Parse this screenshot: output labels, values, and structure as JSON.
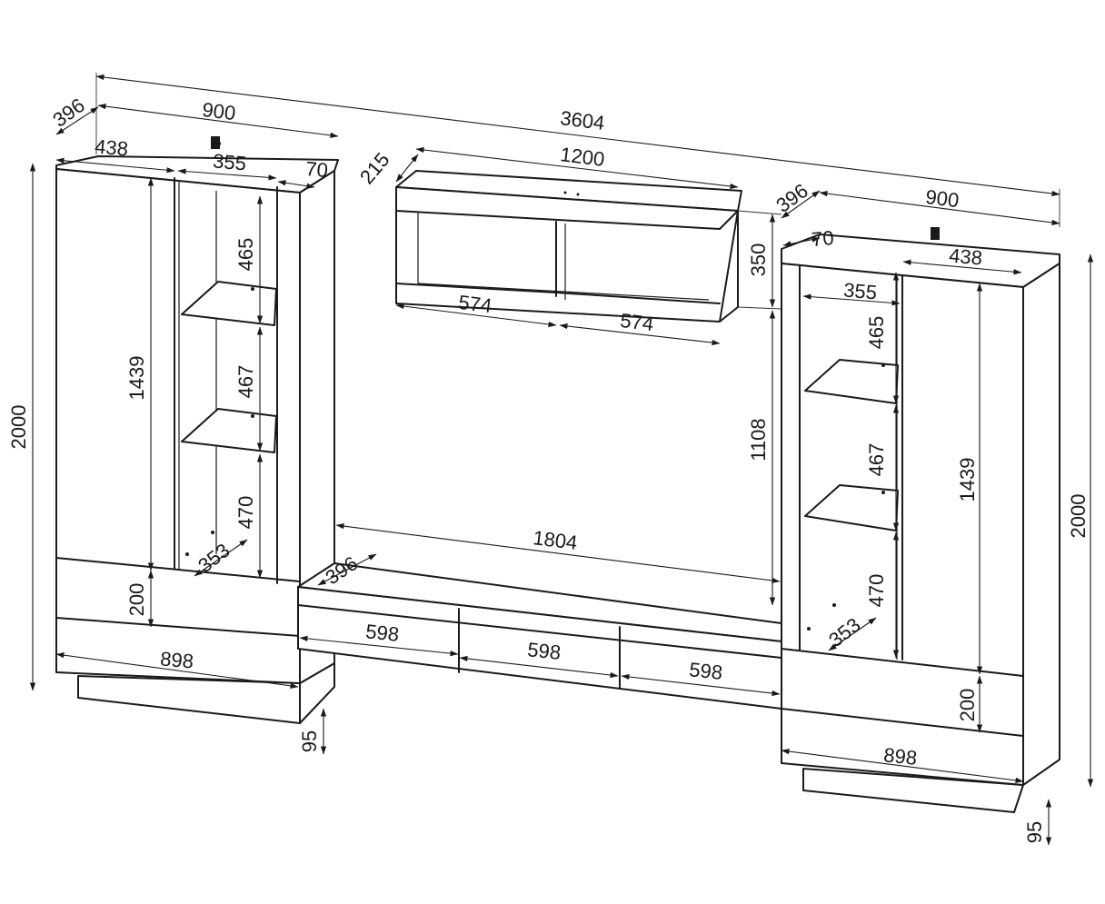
{
  "dimensions": {
    "total_width": "3604",
    "left_cabinet_width": "900",
    "left_cabinet_depth": "396",
    "left_door_width": "438",
    "left_glass_width": "355",
    "left_side_width": "70",
    "left_height": "2000",
    "left_door_height": "1439",
    "left_shelf_top": "465",
    "left_shelf_mid": "467",
    "left_shelf_bottom": "470",
    "left_inner_depth": "353",
    "left_drawer_height": "200",
    "left_drawer_width": "898",
    "left_plinth": "95",
    "shelf_depth": "215",
    "shelf_width": "1200",
    "shelf_height": "350",
    "shelf_left_section": "574",
    "shelf_right_section": "574",
    "gap_height": "1108",
    "tv_width": "1804",
    "tv_depth": "396",
    "tv_drawer_1": "598",
    "tv_drawer_2": "598",
    "tv_drawer_3": "598",
    "right_cabinet_width": "900",
    "right_cabinet_depth": "396",
    "right_side_width": "70",
    "right_door_width": "438",
    "right_glass_width": "355",
    "right_shelf_top": "465",
    "right_shelf_mid": "467",
    "right_shelf_bottom": "470",
    "right_door_height": "1439",
    "right_height": "2000",
    "right_inner_depth": "353",
    "right_drawer_height": "200",
    "right_drawer_width": "898",
    "right_plinth": "95"
  }
}
